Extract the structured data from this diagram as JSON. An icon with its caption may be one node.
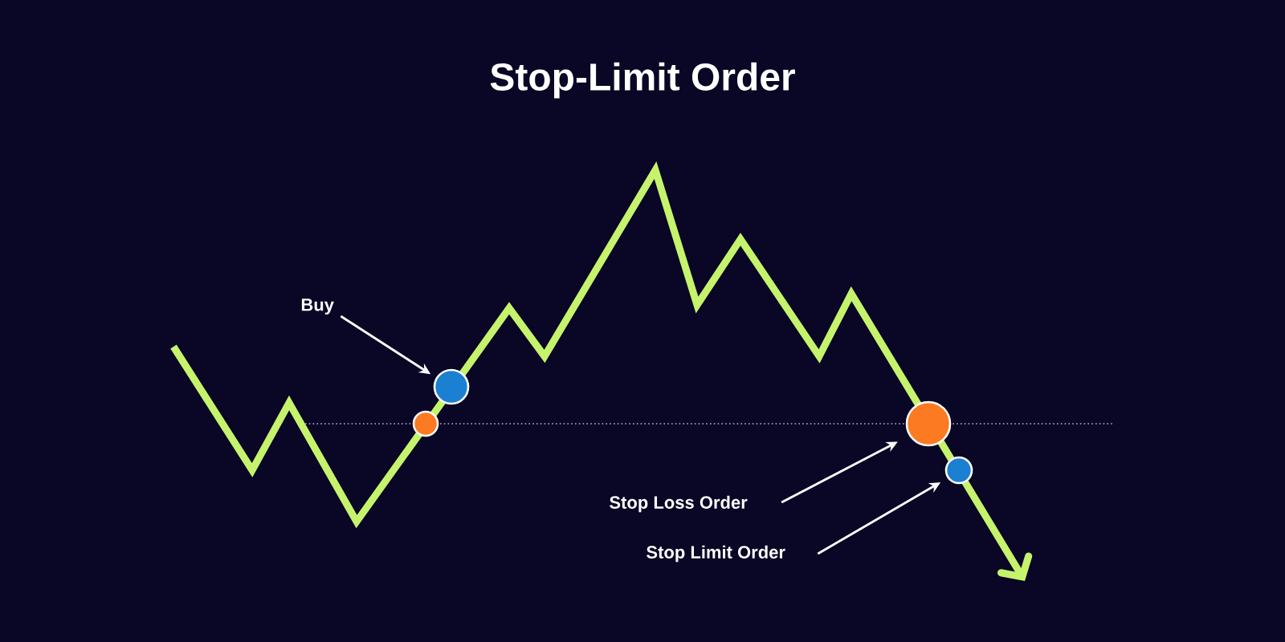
{
  "diagram": {
    "title": "Stop-Limit Order",
    "nodes": [
      {
        "text": [
          "Buy"
        ]
      },
      {
        "text": [],
        "shape": "circle"
      },
      {
        "text": [],
        "shape": "circle"
      },
      {
        "text": [],
        "shape": "circle"
      },
      {
        "text": [],
        "shape": "circle"
      },
      {
        "text": [
          "Stop Loss Order"
        ]
      },
      {
        "text": [
          "Stop Limit Order"
        ]
      }
    ],
    "edges": [
      {
        "from": 0,
        "to": 1,
        "arrow": "to"
      },
      {
        "from": 5,
        "to": 3,
        "arrow": "to"
      },
      {
        "from": 6,
        "to": 4,
        "arrow": "to"
      }
    ]
  }
}
